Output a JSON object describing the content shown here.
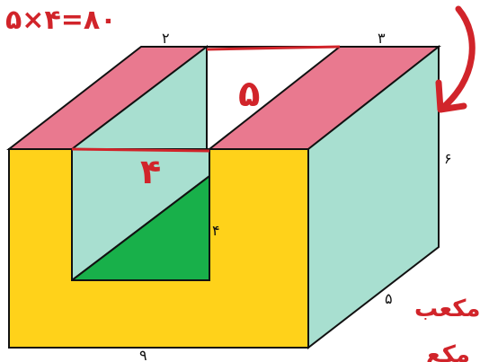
{
  "equation": "۵×۴=۸۰",
  "dimensions": {
    "top_left_width": "۲",
    "top_right_width": "۳",
    "cavity_length": "۵",
    "cavity_width": "۴",
    "cavity_depth": "۴",
    "height": "۶",
    "depth": "۵",
    "bottom_length": "۹"
  },
  "side_text": {
    "line1": "مکعب",
    "line2": "مکع"
  },
  "colors": {
    "front_face": "#ffd21a",
    "top_face": "#e9798f",
    "side_face": "#a8dfd0",
    "cavity_triangle": "#18b04a",
    "annotation": "#d1242a",
    "outline": "#111111"
  }
}
